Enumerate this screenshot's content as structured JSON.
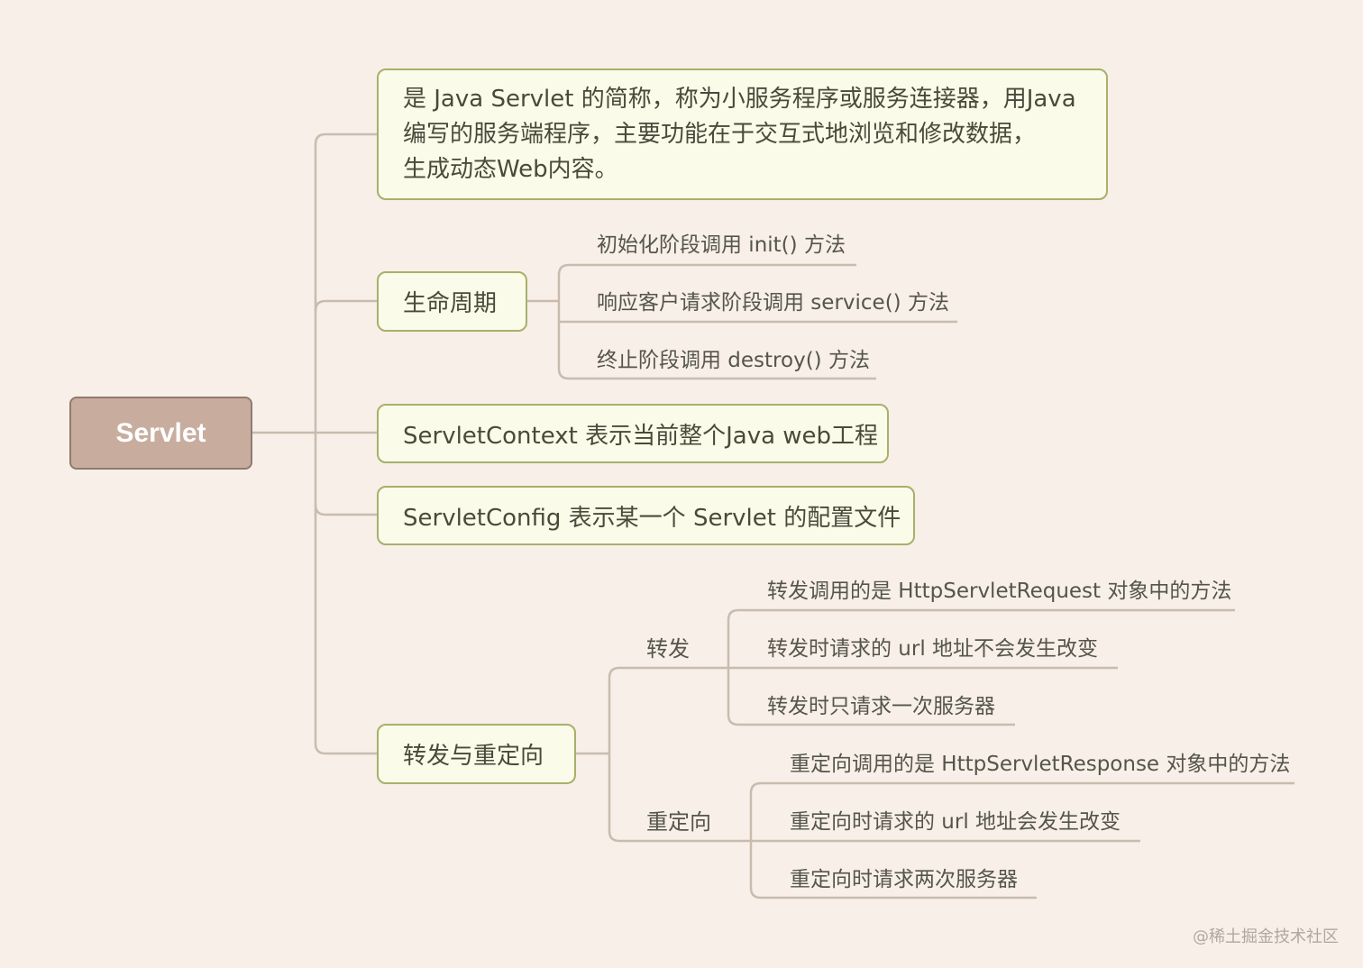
{
  "root": {
    "label": "Servlet"
  },
  "definition": {
    "lines": [
      "是 Java Servlet 的简称，称为小服务程序或服务连接器，用Java",
      "编写的服务端程序，主要功能在于交互式地浏览和修改数据，",
      "生成动态Web内容。"
    ]
  },
  "lifecycle": {
    "label": "生命周期",
    "items": [
      "初始化阶段调用 init() 方法",
      "响应客户请求阶段调用 service() 方法",
      "终止阶段调用 destroy() 方法"
    ]
  },
  "servlet_context": {
    "label": "ServletContext 表示当前整个Java web工程"
  },
  "servlet_config": {
    "label": "ServletConfig 表示某一个 Servlet 的配置文件"
  },
  "forward_redirect": {
    "label": "转发与重定向",
    "forward": {
      "label": "转发",
      "items": [
        "转发调用的是 HttpServletRequest 对象中的方法",
        "转发时请求的 url 地址不会发生改变",
        "转发时只请求一次服务器"
      ]
    },
    "redirect": {
      "label": "重定向",
      "items": [
        "重定向调用的是 HttpServletResponse 对象中的方法",
        "重定向时请求的 url 地址会发生改变",
        "重定向时请求两次服务器"
      ]
    }
  },
  "watermark": "@稀土掘金技术社区",
  "colors": {
    "background": "#f7efe8",
    "root_fill": "#c8ad9f",
    "box_fill": "#fafbe9",
    "box_border": "#a8b06a",
    "connector": "#c9bcae"
  }
}
